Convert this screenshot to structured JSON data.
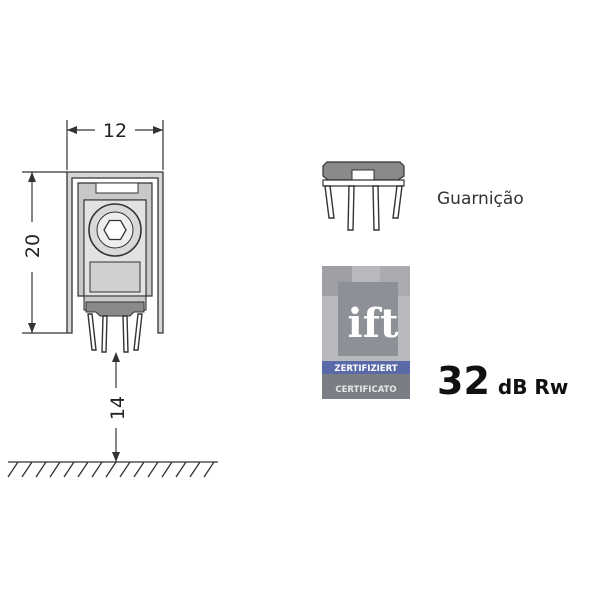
{
  "dimensions": {
    "width": "12",
    "height": "20",
    "gap": "14"
  },
  "seal": {
    "label": "Guarnição"
  },
  "certificate": {
    "logo_text": "ift",
    "badge_line1": "ZERTIFIZIERT",
    "badge_line2": "CERTIFICATO"
  },
  "rating": {
    "value": "32",
    "unit": "dB Rw"
  },
  "colors": {
    "profile_fill": "#c8c8c8",
    "profile_stroke": "#333333",
    "seal_dark": "#8a8a8a",
    "ift_light": "#b8b9bc",
    "ift_blue": "#5a6aa8",
    "ift_dark": "#7a7d84"
  }
}
